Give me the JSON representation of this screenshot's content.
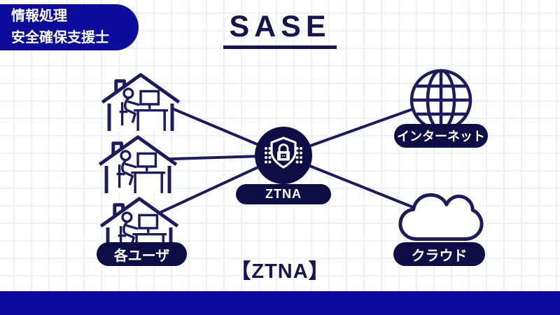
{
  "badge": {
    "line1": "情報処理",
    "line2": "安全確保支援士"
  },
  "header": {
    "title": "SASE"
  },
  "diagram": {
    "users": {
      "label": "各ユーザ",
      "icon": "house-teleworker-icon",
      "count": 3
    },
    "hub": {
      "label": "ZTNA",
      "icon": "shield-lock-icon"
    },
    "internet": {
      "label": "インターネット",
      "icon": "globe-icon"
    },
    "cloud": {
      "label": "クラウド",
      "icon": "cloud-icon"
    }
  },
  "caption": {
    "text": "【ZTNA】"
  },
  "colors": {
    "brand_blue": "#0d0d9c",
    "dark_navy": "#0e0e46",
    "stroke_navy": "#1b1b5e",
    "title_navy": "#15154f",
    "grid_line": "#edf2f9",
    "text_white": "#ffffff"
  }
}
